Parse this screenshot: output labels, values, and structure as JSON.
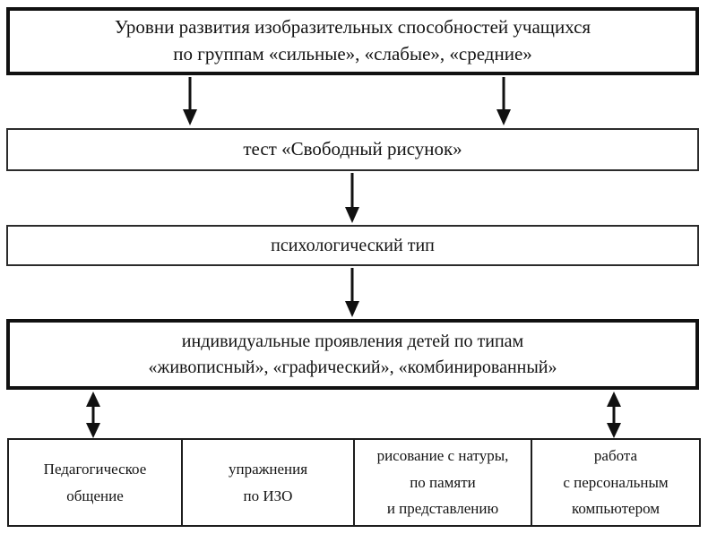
{
  "diagram": {
    "title": "Уровни развития изобразительных способностей учащихся",
    "type": "flowchart",
    "boxes": [
      {
        "id": "box1",
        "border": "thick",
        "lines": [
          "Уровни развития изобразительных способностей учащихся",
          "по группам «сильные», «слабые», «средние»"
        ]
      },
      {
        "id": "box2",
        "border": "thin",
        "lines": [
          "тест «Свободный рисунок»"
        ]
      },
      {
        "id": "box3",
        "border": "thin",
        "lines": [
          "психологический тип"
        ]
      },
      {
        "id": "box4",
        "border": "thick",
        "lines": [
          "индивидуальные проявления детей по типам",
          "«живописный», «графический», «комбинированный»"
        ]
      }
    ],
    "table": {
      "cells": [
        {
          "id": "cell0",
          "lines": [
            "Педагогическое",
            "общение"
          ]
        },
        {
          "id": "cell1",
          "lines": [
            "упражнения",
            "по ИЗО"
          ]
        },
        {
          "id": "cell2",
          "lines": [
            "рисование с натуры,",
            "по памяти",
            "и представлению"
          ]
        },
        {
          "id": "cell3",
          "lines": [
            "работа",
            "с персональным",
            "компьютером"
          ]
        }
      ]
    },
    "connectors": [
      {
        "id": "arrow-box1-left-to-box2",
        "kind": "arrow-down",
        "from": "box1",
        "to": "box2"
      },
      {
        "id": "arrow-box1-right-to-box2",
        "kind": "arrow-down",
        "from": "box1",
        "to": "box2"
      },
      {
        "id": "arrow-box2-to-box3",
        "kind": "arrow-down",
        "from": "box2",
        "to": "box3"
      },
      {
        "id": "arrow-box3-to-box4",
        "kind": "arrow-down",
        "from": "box3",
        "to": "box4"
      },
      {
        "id": "arrow-box4-to-cell0",
        "kind": "arrow-double-vert",
        "from": "box4",
        "to": "cell0"
      },
      {
        "id": "arrow-box4-to-cell3",
        "kind": "arrow-double-vert",
        "from": "box4",
        "to": "cell3"
      }
    ],
    "colors": {
      "stroke": "#111111",
      "background": "#ffffff",
      "text": "#141414"
    }
  }
}
